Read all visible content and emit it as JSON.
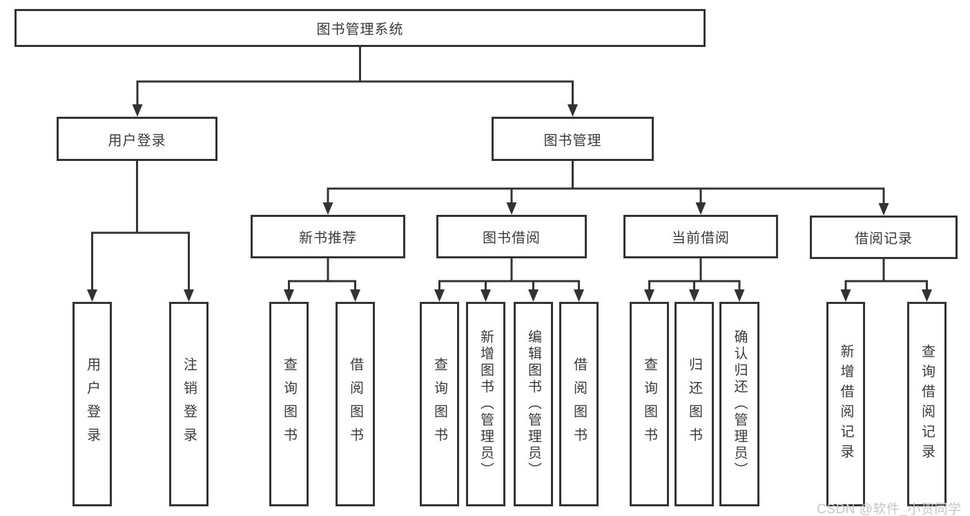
{
  "diagram": {
    "tree": {
      "label": "图书管理系统",
      "children": [
        {
          "label": "用户登录",
          "children": [
            {
              "label": "用户登录"
            },
            {
              "label": "注销登录"
            }
          ]
        },
        {
          "label": "图书管理",
          "children": [
            {
              "label": "新书推荐",
              "children": [
                {
                  "label": "查询图书"
                },
                {
                  "label": "借阅图书"
                }
              ]
            },
            {
              "label": "图书借阅",
              "children": [
                {
                  "label": "查询图书"
                },
                {
                  "label": "新增图书（管理员）"
                },
                {
                  "label": "编辑图书（管理员）"
                },
                {
                  "label": "借阅图书"
                }
              ]
            },
            {
              "label": "当前借阅",
              "children": [
                {
                  "label": "查询图书"
                },
                {
                  "label": "归还图书"
                },
                {
                  "label": "确认归还（管理员）"
                }
              ]
            },
            {
              "label": "借阅记录",
              "children": [
                {
                  "label": "新增借阅记录"
                },
                {
                  "label": "查询借阅记录"
                }
              ]
            }
          ]
        }
      ]
    },
    "watermark": "CSDN @软件_小贺同学",
    "colors": {
      "line": "#333333",
      "box_border": "#333333",
      "text": "#3a3a3a",
      "watermark": "#c6c6c6",
      "background": "#ffffff"
    }
  }
}
